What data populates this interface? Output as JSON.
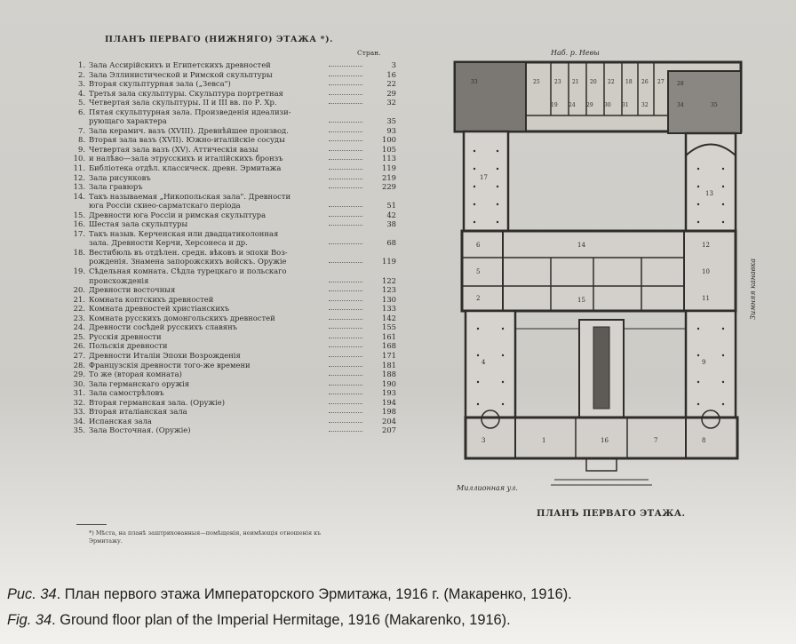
{
  "list": {
    "title": "ПЛАНЪ ПЕРВАГО (НИЖНЯГО) ЭТАЖА *).",
    "page_header": "Стран.",
    "rooms": [
      {
        "num": "1.",
        "name": "Зала Ассирійскихъ и Египетскихъ древностей",
        "page": "3"
      },
      {
        "num": "2.",
        "name": "Зала Эллинистической и Римской скульптуры",
        "page": "16"
      },
      {
        "num": "3.",
        "name": "Вторая скульптурная зала („Зевса\")",
        "page": "22"
      },
      {
        "num": "4.",
        "name": "Третья зала скульптуры. Скульптура портретная",
        "page": "29"
      },
      {
        "num": "5.",
        "name": "Четвертая зала скульптуры. II и III вв. по Р. Хр.",
        "page": "32"
      },
      {
        "num": "6.",
        "name": "Пятая скульптурная зала. Произведенія идеализи-",
        "page": ""
      },
      {
        "num": "",
        "name": "рующаго характера",
        "page": "35"
      },
      {
        "num": "7.",
        "name": "Зала керамич. вазъ (XVIII). Древнѣйшее производ.",
        "page": "93"
      },
      {
        "num": "8.",
        "name": "Вторая зала вазъ (XVII). Южно-италійскіе сосуды",
        "page": "100"
      },
      {
        "num": "9.",
        "name": "Четвертая зала вазъ (XV). Аттическія вазы",
        "page": "105"
      },
      {
        "num": "10.",
        "name": "и налѣво—зала этрусскихъ и италійскихъ бронзъ",
        "page": "113"
      },
      {
        "num": "11.",
        "name": "Библіотека отдѣл. классическ. древн. Эрмитажа",
        "page": "119"
      },
      {
        "num": "12.",
        "name": "Зала рисунковъ",
        "page": "219"
      },
      {
        "num": "13.",
        "name": "Зала гравюръ",
        "page": "229"
      },
      {
        "num": "14.",
        "name": "Такъ называемая „Никопольская зала\". Древности",
        "page": ""
      },
      {
        "num": "",
        "name": "юга Россіи скиео-сарматскаго періода",
        "page": "51"
      },
      {
        "num": "15.",
        "name": "Древности юга Россіи и римская скульптура",
        "page": "42"
      },
      {
        "num": "16.",
        "name": "Шестая зала скульптуры",
        "page": "38"
      },
      {
        "num": "17.",
        "name": "Такъ назыв. Керченская или двадцатиколонная",
        "page": ""
      },
      {
        "num": "",
        "name": "зала. Древности Керчи, Херсонеса и др.",
        "page": "68"
      },
      {
        "num": "18.",
        "name": "Вестибюль въ отдѣлен. средн. вѣковъ и эпохи Воз-",
        "page": ""
      },
      {
        "num": "",
        "name": "рожденія. Знамена запорожскихъ войскъ. Оружіе",
        "page": "119"
      },
      {
        "num": "19.",
        "name": "Сѣдельная комната. Сѣдла турецкаго и польскаго",
        "page": ""
      },
      {
        "num": "",
        "name": "происхожденія",
        "page": "122"
      },
      {
        "num": "20.",
        "name": "Древности восточныя",
        "page": "123"
      },
      {
        "num": "21.",
        "name": "Комната коптскихъ древностей",
        "page": "130"
      },
      {
        "num": "22.",
        "name": "Комната древностей христіанскихъ",
        "page": "133"
      },
      {
        "num": "23.",
        "name": "Комната русскихъ домонгольскихъ древностей",
        "page": "142"
      },
      {
        "num": "24.",
        "name": "Древности сосѣдей русскихъ славянъ",
        "page": "155"
      },
      {
        "num": "25.",
        "name": "Русскія древности",
        "page": "161"
      },
      {
        "num": "26.",
        "name": "Польскія древности",
        "page": "168"
      },
      {
        "num": "27.",
        "name": "Древности Италіи Эпохи Возрожденія",
        "page": "171"
      },
      {
        "num": "28.",
        "name": "Французскія древности того-же времени",
        "page": "181"
      },
      {
        "num": "29.",
        "name": "То же (вторая комната)",
        "page": "188"
      },
      {
        "num": "30.",
        "name": "Зала германскаго оружія",
        "page": "190"
      },
      {
        "num": "31.",
        "name": "Зала самострѣловъ",
        "page": "193"
      },
      {
        "num": "32.",
        "name": "Вторая германская зала. (Оружіе)",
        "page": "194"
      },
      {
        "num": "33.",
        "name": "Вторая италіанская зала",
        "page": "198"
      },
      {
        "num": "34.",
        "name": "Испанская зала",
        "page": "204"
      },
      {
        "num": "35.",
        "name": "Зала Восточная. (Оружіе)",
        "page": "207"
      }
    ],
    "footnote": "*) Мѣста, на планѣ заштрихованныя—помѣщенія, неимѣющія отношенія къ Эрмитажу."
  },
  "plan": {
    "top_label": "Наб. р. Невы",
    "right_label": "Зимняя канавка",
    "bottom_label": "Миллионная ул.",
    "caption": "ПЛАНЪ ПЕРВАГО ЭТАЖА.",
    "room_numbers": [
      "33",
      "25",
      "23",
      "21",
      "20",
      "22",
      "18",
      "26",
      "27",
      "28",
      "19",
      "29",
      "30",
      "31",
      "32",
      "34",
      "35",
      "24",
      "17",
      "6",
      "5",
      "2",
      "4",
      "3",
      "1",
      "8",
      "9",
      "10",
      "11",
      "12",
      "13",
      "14",
      "15",
      "16",
      "7"
    ]
  },
  "captions": {
    "ru_prefix": "Рис. 34",
    "ru_text": ". План первого этажа Императорского Эрмитажа, 1916 г. (Макаренко, 1916).",
    "en_prefix": "Fig. 34",
    "en_text": ". Ground floor plan of the Imperial Hermitage, 1916 (Makarenko, 1916)."
  }
}
